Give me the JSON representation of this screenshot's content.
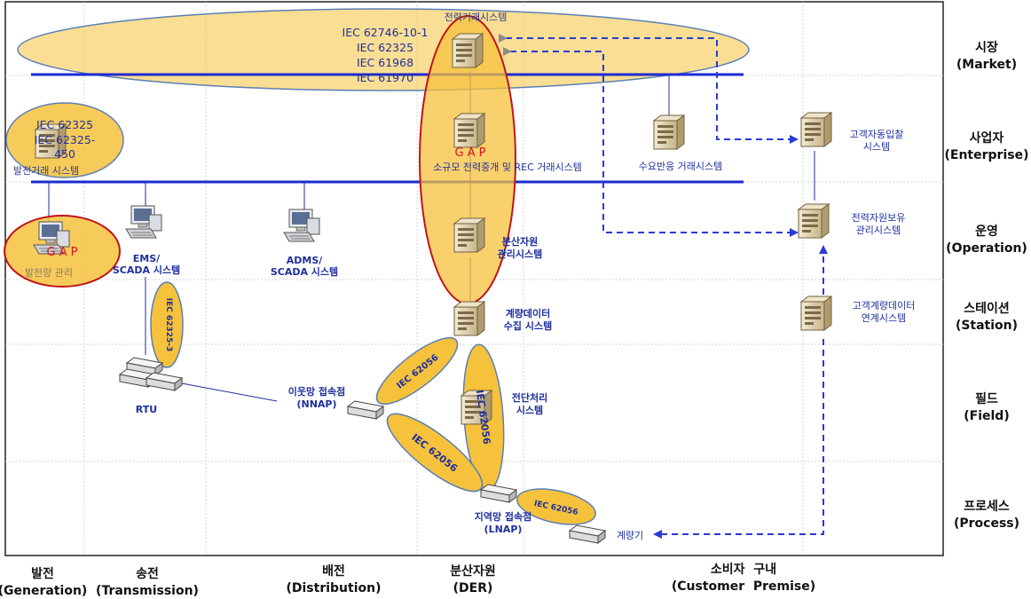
{
  "rows": [
    {
      "ko": "시장",
      "en": "(Market)"
    },
    {
      "ko": "사업자",
      "en": "(Enterprise)"
    },
    {
      "ko": "운영",
      "en": "(Operation)"
    },
    {
      "ko": "스테이션",
      "en": "(Station)"
    },
    {
      "ko": "필드",
      "en": "(Field)"
    },
    {
      "ko": "프로세스",
      "en": "(Process)"
    }
  ],
  "columns": [
    {
      "ko": "발전",
      "en": "(Generation)"
    },
    {
      "ko": "송전",
      "en": "(Transmission)"
    },
    {
      "ko": "배전",
      "en": "(Distribution)"
    },
    {
      "ko": "분산자원",
      "en": "(DER)"
    },
    {
      "ko": "소비자  구내",
      "en": "(Customer  Premise)"
    }
  ],
  "market": {
    "system": "전력거래시스템",
    "standards": [
      "IEC 62746-10-1",
      "IEC 62325",
      "IEC 61968",
      "IEC 61970"
    ]
  },
  "generation": {
    "standards": [
      "IEC 62325",
      "IEC 62325-",
      "450"
    ],
    "trade_system": "발전거래 시스템",
    "gap": "G A P",
    "output_mgmt": "발전량 관리"
  },
  "transmission": {
    "scada": [
      "EMS/",
      "SCADA  시스템"
    ],
    "iec_link": "IEC 62325-3",
    "rtu": "RTU"
  },
  "distribution": {
    "scada": [
      "ADMS/",
      "SCADA  시스템"
    ],
    "nnap": [
      "이웃망 접속점",
      "(NNAP)"
    ],
    "lnap": [
      "지역망 접속점",
      "(LNAP)"
    ]
  },
  "der": {
    "gap": "G A P",
    "small_trade": "소규모 전력중개 및 REC 거래시스템",
    "der_mgmt": [
      "분산자원",
      "관리시스템"
    ],
    "meter_collect": [
      "계량데이터",
      "수집 시스템"
    ],
    "front_end": [
      "전단처리",
      "시스템"
    ],
    "iec_links": [
      "IEC 62056",
      "IEC 62056",
      "IEC 62056",
      "IEC 62056"
    ]
  },
  "customer": {
    "dr_trade": "수요반응 거래시스템",
    "auto_bid": [
      "고객자동입찰",
      "시스템"
    ],
    "resource_mgmt": [
      "전력자원보유",
      "관리시스템"
    ],
    "meter_link": [
      "고객계량데이터",
      "연계시스템"
    ],
    "meter": "계량기"
  },
  "colors": {
    "ellipse_fill": "#f6c23c",
    "ellipse_stroke": "#5b7fb6",
    "gap_stroke": "#c0141b",
    "bus_line": "#1d2bd1",
    "arrow": "#2a3ad6",
    "text_blue": "#1f2f9e"
  }
}
